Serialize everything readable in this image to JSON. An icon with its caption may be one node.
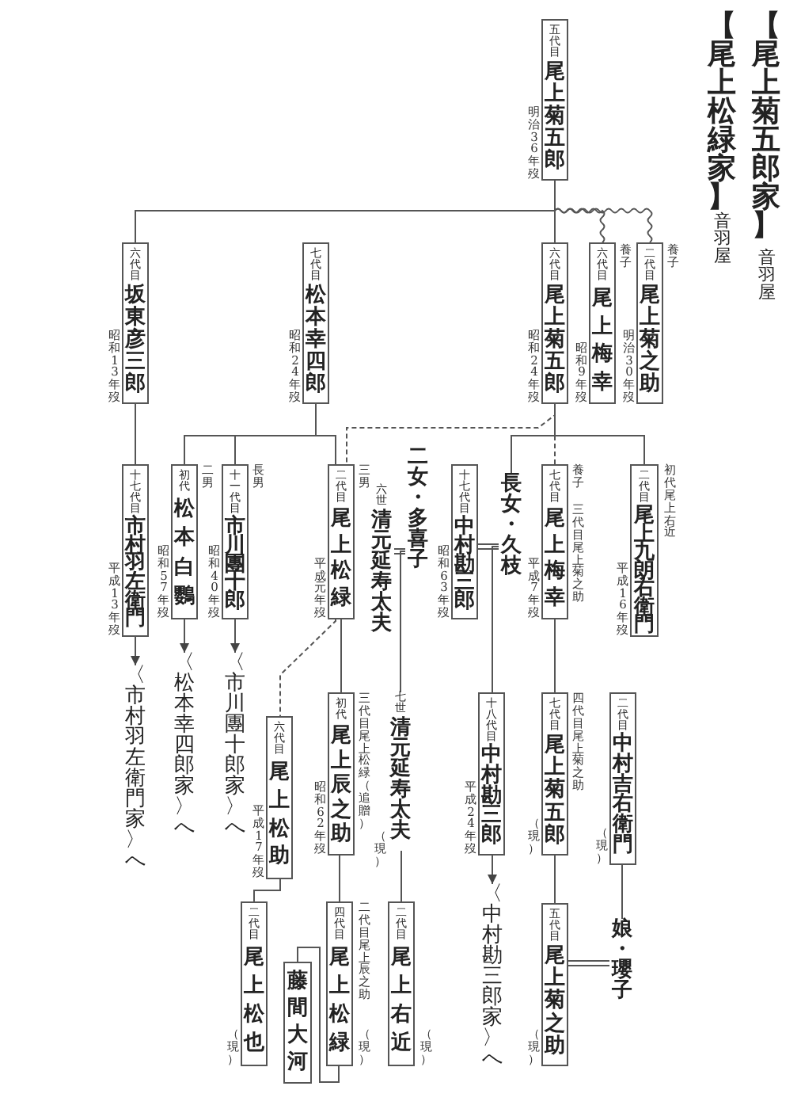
{
  "diagram": {
    "nodes": [
      {
        "text": [
          "五代目",
          "尾上菊五郎"
        ],
        "beside": [
          "明治36年歿"
        ]
      },
      {
        "text": [
          "六代目",
          "坂東彦三郎"
        ],
        "beside": [
          "昭和13年歿"
        ]
      },
      {
        "text": [
          "七代目",
          "松本幸四郎"
        ],
        "beside": [
          "昭和24年歿"
        ]
      },
      {
        "text": [
          "六代目",
          "尾上菊五郎"
        ],
        "beside": [
          "昭和24年歿"
        ]
      },
      {
        "text": [
          "六代目",
          "尾上梅幸"
        ],
        "beside": [
          "昭和9年歿",
          "養子"
        ]
      },
      {
        "text": [
          "二代目",
          "尾上菊之助"
        ],
        "beside": [
          "明治30年歿",
          "養子"
        ]
      },
      {
        "text": [
          "十七代目",
          "市村羽左衛門"
        ],
        "beside": [
          "平成13年歿"
        ]
      },
      {
        "text": [
          "初代",
          "松本白鸚"
        ],
        "beside": [
          "昭和57年歿",
          "二男"
        ]
      },
      {
        "text": [
          "十一代目",
          "市川團十郎"
        ],
        "beside": [
          "昭和40年歿",
          "長男"
        ]
      },
      {
        "text": [
          "二代目",
          "尾上松緑"
        ],
        "beside": [
          "平成元年歿",
          "三男"
        ]
      },
      {
        "text": [
          "六世",
          "清元延寿太夫"
        ]
      },
      {
        "text": [
          "二女・多喜子"
        ]
      },
      {
        "text": [
          "十七代目",
          "中村勘三郎"
        ],
        "beside": [
          "昭和63年歿"
        ]
      },
      {
        "text": [
          "長女・久枝"
        ]
      },
      {
        "text": [
          "七代目",
          "尾上梅幸"
        ],
        "beside": [
          "平成7年歿",
          "養子",
          "三代目尾上菊之助"
        ]
      },
      {
        "text": [
          "二代目",
          "尾上九朗右衛門"
        ],
        "beside": [
          "平成16年歿",
          "初代尾上右近"
        ]
      },
      {
        "text": [
          "六代目",
          "尾上松助"
        ],
        "beside": [
          "平成17年歿"
        ]
      },
      {
        "text": [
          "初代",
          "尾上辰之助"
        ],
        "beside": [
          "昭和62年歿",
          "三代目尾上松緑（追贈）"
        ]
      },
      {
        "text": [
          "七世",
          "清元延寿太夫"
        ],
        "beside": [
          "（現）"
        ]
      },
      {
        "text": [
          "十八代目",
          "中村勘三郎"
        ],
        "beside": [
          "平成24年歿"
        ]
      },
      {
        "text": [
          "七代目",
          "尾上菊五郎"
        ],
        "beside": [
          "（現）",
          "四代目尾上菊之助"
        ]
      },
      {
        "text": [
          "二代目",
          "中村吉右衛門"
        ],
        "beside": [
          "（現）"
        ]
      },
      {
        "text": [
          "〈市村羽左衛門家〉へ"
        ]
      },
      {
        "text": [
          "〈松本幸四郎家〉へ"
        ]
      },
      {
        "text": [
          "〈市川團十郎家〉へ"
        ]
      },
      {
        "text": [
          "〈中村勘三郎家〉へ"
        ]
      },
      {
        "text": [
          "二代目",
          "尾上松也"
        ],
        "beside": [
          "（現）"
        ]
      },
      {
        "text": [
          "藤間大河"
        ]
      },
      {
        "text": [
          "四代目",
          "尾上松緑"
        ],
        "beside": [
          "（現）",
          "二代目尾上辰之助"
        ]
      },
      {
        "text": [
          "二代目",
          "尾上右近"
        ],
        "beside": [
          "（現）"
        ]
      },
      {
        "text": [
          "五代目",
          "尾上菊之助"
        ],
        "beside": [
          "（現）"
        ]
      },
      {
        "text": [
          "娘・瓔子"
        ]
      }
    ],
    "edges": [
      {
        "from": 0,
        "to": 1,
        "arrow": "none"
      },
      {
        "from": 0,
        "to": 3,
        "arrow": "none"
      },
      {
        "from": 0,
        "to": 4,
        "arrow": "none"
      },
      {
        "from": 0,
        "to": 5,
        "arrow": "none"
      },
      {
        "from": 1,
        "to": 6,
        "arrow": "none"
      },
      {
        "from": 2,
        "to": 7,
        "arrow": "none"
      },
      {
        "from": 2,
        "to": 8,
        "arrow": "none"
      },
      {
        "from": 2,
        "to": 9,
        "arrow": "none"
      },
      {
        "from": 3,
        "to": 9,
        "arrow": "none",
        "style": "dashed"
      },
      {
        "from": 3,
        "to": 13,
        "arrow": "none"
      },
      {
        "from": 3,
        "to": 14,
        "arrow": "none",
        "style": "dashed"
      },
      {
        "from": 3,
        "to": 15,
        "arrow": "none"
      },
      {
        "from": 10,
        "to": 11,
        "arrow": "none"
      },
      {
        "from": 12,
        "to": 13,
        "arrow": "none"
      },
      {
        "from": 11,
        "to": 18,
        "arrow": "none"
      },
      {
        "from": 13,
        "to": 19,
        "arrow": "none"
      },
      {
        "from": 14,
        "to": 20,
        "arrow": "none"
      },
      {
        "from": 9,
        "to": 16,
        "arrow": "none",
        "style": "dashed"
      },
      {
        "from": 9,
        "to": 17,
        "arrow": "none"
      },
      {
        "from": 6,
        "to": 22,
        "arrow": "to"
      },
      {
        "from": 7,
        "to": 23,
        "arrow": "to"
      },
      {
        "from": 8,
        "to": 24,
        "arrow": "to"
      },
      {
        "from": 19,
        "to": 25,
        "arrow": "to"
      },
      {
        "from": 16,
        "to": 26,
        "arrow": "none"
      },
      {
        "from": 17,
        "to": 28,
        "arrow": "none"
      },
      {
        "from": 28,
        "to": 27,
        "arrow": "none"
      },
      {
        "from": 18,
        "to": 29,
        "arrow": "none"
      },
      {
        "from": 20,
        "to": 30,
        "arrow": "none"
      },
      {
        "from": 21,
        "to": 31,
        "arrow": "none"
      },
      {
        "from": 30,
        "to": 31,
        "arrow": "none"
      }
    ],
    "labels": [
      "【尾上菊五郎家】",
      "音羽屋",
      "【尾上松緑家】",
      "音羽屋"
    ]
  }
}
